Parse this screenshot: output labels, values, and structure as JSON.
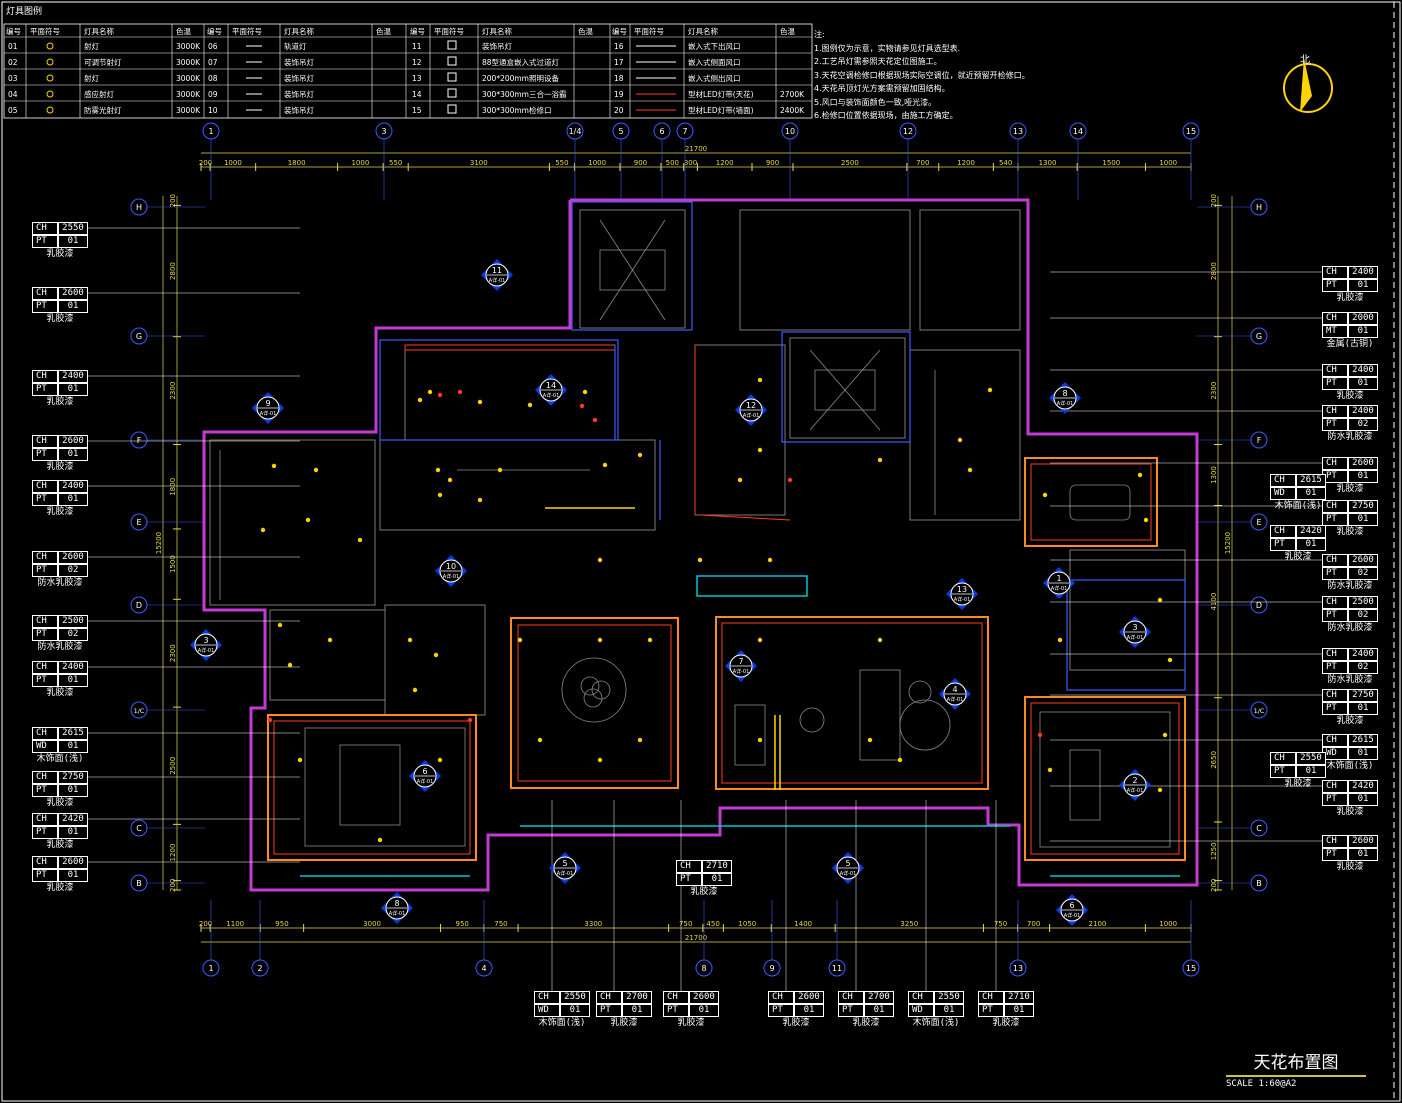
{
  "legend": {
    "title": "灯具图例",
    "columns": [
      "编号",
      "平面符号",
      "灯具名称",
      "色温",
      "编号",
      "平面符号",
      "灯具名称",
      "色温",
      "编号",
      "平面符号",
      "灯具名称",
      "色温",
      "编号",
      "平面符号",
      "灯具名称",
      "色温"
    ],
    "rows": [
      [
        "01",
        "射灯",
        "3000K",
        "06",
        "轨道灯",
        "",
        "11",
        "装饰吊灯",
        "",
        "16",
        "嵌入式下出风口",
        ""
      ],
      [
        "02",
        "可调节射灯",
        "3000K",
        "07",
        "装饰吊灯",
        "",
        "12",
        "88型通盒嵌入式过道灯",
        "",
        "17",
        "嵌入式侧面风口",
        ""
      ],
      [
        "03",
        "射灯",
        "3000K",
        "08",
        "装饰吊灯",
        "",
        "13",
        "200*200mm照明设备",
        "",
        "18",
        "嵌入式侧出风口",
        ""
      ],
      [
        "04",
        "感应射灯",
        "3000K",
        "09",
        "装饰吊灯",
        "",
        "14",
        "300*300mm三合一浴霸",
        "",
        "19",
        "型材LED灯带(天花)",
        "2700K"
      ],
      [
        "05",
        "防雾光射灯",
        "3000K",
        "10",
        "装饰吊灯",
        "",
        "15",
        "300*300mm检修口",
        "",
        "20",
        "型材LED灯带(墙面)",
        "2400K"
      ]
    ]
  },
  "notes": {
    "header": "注:",
    "items": [
      "1.图例仅为示意，实物请参见灯具选型表.",
      "2.工艺吊灯需参照天花定位图施工。",
      "3.天花空调检修口根据现场实际空调位，就近预留开检修口。",
      "4.天花吊顶灯光方案需预留加固结构。",
      "5.风口与装饰面颜色一致,哑光漆。",
      "6.检修口位置依据现场，由施工方确定。"
    ]
  },
  "grid": {
    "top_axes": [
      "1",
      "3",
      "1/4",
      "5",
      "6",
      "7",
      "10",
      "12",
      "13",
      "14",
      "15"
    ],
    "bottom_axes": [
      "1",
      "2",
      "4",
      "8",
      "9",
      "11",
      "13",
      "15"
    ],
    "side_axes": [
      "H",
      "G",
      "F",
      "E",
      "D",
      "1/C",
      "C",
      "B"
    ],
    "top_dims": [
      "200",
      "1000",
      "1800",
      "1000",
      "550",
      "3100",
      "550",
      "1000",
      "900",
      "500",
      "300",
      "1200",
      "900",
      "2500",
      "700",
      "1200",
      "540",
      "1300",
      "1500",
      "1000"
    ],
    "top_total": "21700",
    "bottom_dims": [
      "200",
      "1100",
      "950",
      "3000",
      "950",
      "750",
      "3300",
      "750",
      "450",
      "1050",
      "1400",
      "3250",
      "750",
      "700",
      "2100",
      "1000"
    ],
    "bottom_total": "21700",
    "left_dims": [
      "200",
      "2800",
      "2300",
      "1800",
      "1500",
      "2300",
      "2500",
      "1200",
      "200"
    ],
    "left_total": "15200",
    "right_dims": [
      "200",
      "2800",
      "2300",
      "1300",
      "4100",
      "2650",
      "1250",
      "200"
    ],
    "right_total": "15200"
  },
  "tags_left": [
    {
      "a": "CH",
      "b": "2550",
      "c": "PT",
      "d": "01",
      "m": "乳胶漆"
    },
    {
      "a": "CH",
      "b": "2600",
      "c": "PT",
      "d": "01",
      "m": "乳胶漆"
    },
    {
      "a": "CH",
      "b": "2400",
      "c": "PT",
      "d": "01",
      "m": "乳胶漆"
    },
    {
      "a": "CH",
      "b": "2600",
      "c": "PT",
      "d": "01",
      "m": "乳胶漆"
    },
    {
      "a": "CH",
      "b": "2400",
      "c": "PT",
      "d": "01",
      "m": "乳胶漆"
    },
    {
      "a": "CH",
      "b": "2600",
      "c": "PT",
      "d": "02",
      "m": "防水乳胶漆"
    },
    {
      "a": "CH",
      "b": "2500",
      "c": "PT",
      "d": "02",
      "m": "防水乳胶漆"
    },
    {
      "a": "CH",
      "b": "2400",
      "c": "PT",
      "d": "01",
      "m": "乳胶漆"
    },
    {
      "a": "CH",
      "b": "2615",
      "c": "WD",
      "d": "01",
      "m": "木饰面(浅)"
    },
    {
      "a": "CH",
      "b": "2750",
      "c": "PT",
      "d": "01",
      "m": "乳胶漆"
    },
    {
      "a": "CH",
      "b": "2420",
      "c": "PT",
      "d": "01",
      "m": "乳胶漆"
    },
    {
      "a": "CH",
      "b": "2600",
      "c": "PT",
      "d": "01",
      "m": "乳胶漆"
    }
  ],
  "tags_right": [
    {
      "a": "CH",
      "b": "2400",
      "c": "PT",
      "d": "01",
      "m": "乳胶漆"
    },
    {
      "a": "CH",
      "b": "2000",
      "c": "MT",
      "d": "01",
      "m": "金属(古铜)"
    },
    {
      "a": "CH",
      "b": "2400",
      "c": "PT",
      "d": "01",
      "m": "乳胶漆"
    },
    {
      "a": "CH",
      "b": "2400",
      "c": "PT",
      "d": "02",
      "m": "防水乳胶漆"
    },
    {
      "a": "CH",
      "b": "2600",
      "c": "PT",
      "d": "01",
      "m": "乳胶漆"
    },
    {
      "a": "CH",
      "b": "2750",
      "c": "PT",
      "d": "01",
      "m": "乳胶漆"
    },
    {
      "a": "CH",
      "b": "2600",
      "c": "PT",
      "d": "02",
      "m": "防水乳胶漆"
    },
    {
      "a": "CH",
      "b": "2500",
      "c": "PT",
      "d": "02",
      "m": "防水乳胶漆"
    },
    {
      "a": "CH",
      "b": "2400",
      "c": "PT",
      "d": "02",
      "m": "防水乳胶漆"
    },
    {
      "a": "CH",
      "b": "2750",
      "c": "PT",
      "d": "01",
      "m": "乳胶漆"
    },
    {
      "a": "CH",
      "b": "2615",
      "c": "WD",
      "d": "01",
      "m": "木饰面(浅)"
    },
    {
      "a": "CH",
      "b": "2420",
      "c": "PT",
      "d": "01",
      "m": "乳胶漆"
    },
    {
      "a": "CH",
      "b": "2600",
      "c": "PT",
      "d": "01",
      "m": "乳胶漆"
    }
  ],
  "tags_mid_right": [
    {
      "a": "CH",
      "b": "2615",
      "c": "WD",
      "d": "01",
      "m": "木饰面(浅)"
    },
    {
      "a": "CH",
      "b": "2420",
      "c": "PT",
      "d": "01",
      "m": "乳胶漆"
    },
    {
      "a": "CH",
      "b": "2550",
      "c": "PT",
      "d": "01",
      "m": "乳胶漆"
    }
  ],
  "tags_bottom": [
    {
      "a": "CH",
      "b": "2550",
      "c": "WD",
      "d": "01",
      "m": "木饰面(浅)"
    },
    {
      "a": "CH",
      "b": "2700",
      "c": "PT",
      "d": "01",
      "m": "乳胶漆"
    },
    {
      "a": "CH",
      "b": "2600",
      "c": "PT",
      "d": "01",
      "m": "乳胶漆"
    },
    {
      "a": "CH",
      "b": "2600",
      "c": "PT",
      "d": "01",
      "m": "乳胶漆"
    },
    {
      "a": "CH",
      "b": "2700",
      "c": "PT",
      "d": "01",
      "m": "乳胶漆"
    },
    {
      "a": "CH",
      "b": "2550",
      "c": "WD",
      "d": "01",
      "m": "木饰面(浅)"
    },
    {
      "a": "CH",
      "b": "2710",
      "c": "PT",
      "d": "01",
      "m": "乳胶漆"
    }
  ],
  "tag_center": {
    "a": "CH",
    "b": "2710",
    "c": "PT",
    "d": "01",
    "m": "乳胶漆"
  },
  "markers": [
    {
      "n": "11",
      "s": "A详-01"
    },
    {
      "n": "14",
      "s": "A详-01"
    },
    {
      "n": "12",
      "s": "A详-01"
    },
    {
      "n": "9",
      "s": "A详-01"
    },
    {
      "n": "8",
      "s": "A详-01"
    },
    {
      "n": "10",
      "s": "A详-01"
    },
    {
      "n": "13",
      "s": "A详-01"
    },
    {
      "n": "1",
      "s": "A详-01"
    },
    {
      "n": "3",
      "s": "A详-01"
    },
    {
      "n": "3",
      "s": "A详-01"
    },
    {
      "n": "7",
      "s": "A详-01"
    },
    {
      "n": "4",
      "s": "A详-01"
    },
    {
      "n": "6",
      "s": "A详-01"
    },
    {
      "n": "2",
      "s": "A详-01"
    },
    {
      "n": "5",
      "s": "A详-01"
    },
    {
      "n": "5",
      "s": "A详-01"
    },
    {
      "n": "8",
      "s": "A详-01"
    },
    {
      "n": "6",
      "s": "A详-01"
    }
  ],
  "title": {
    "main": "天花布置图",
    "scale": "SCALE 1:60@A2"
  },
  "north_label": "北",
  "colors": {
    "wall": "#c33bd1",
    "dim": "#e6d84a",
    "grid": "#3b5bff",
    "light": "#ffd400",
    "red": "#ff3b1e",
    "orange": "#ff8a1f",
    "cyan": "#00c2d1",
    "white": "#ffffff"
  }
}
